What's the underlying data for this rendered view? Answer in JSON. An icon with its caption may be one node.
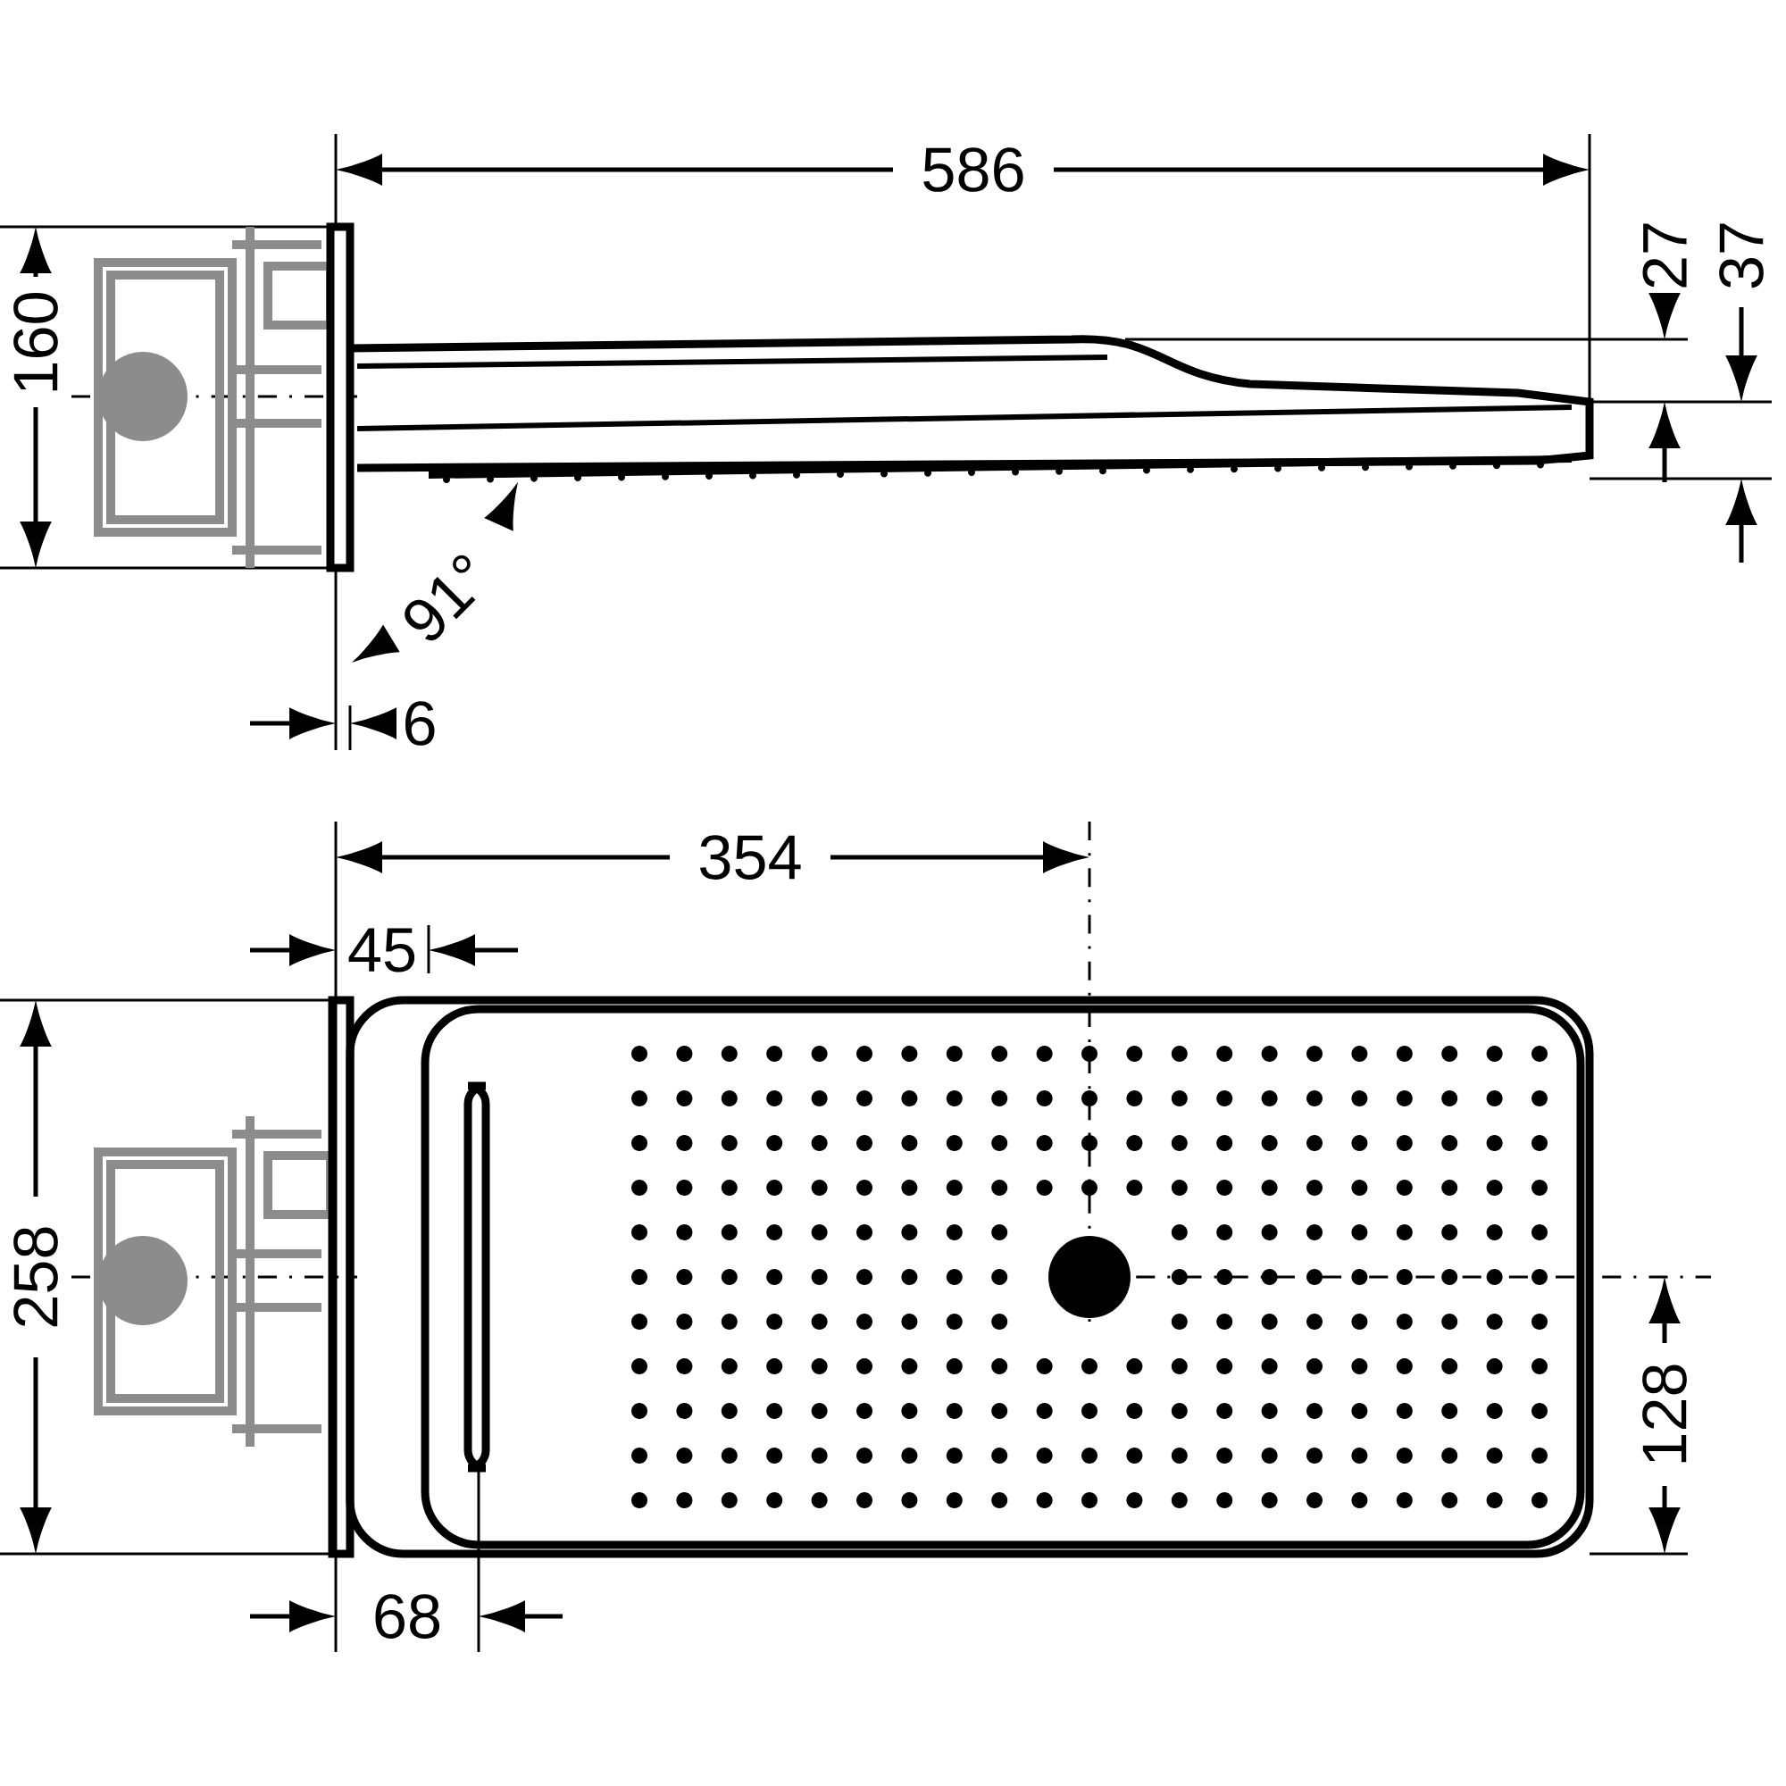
{
  "diagram": {
    "labels": [
      "586",
      "27",
      "37",
      "160",
      "91°",
      "6",
      "354",
      "45",
      "258",
      "128",
      "68"
    ]
  }
}
